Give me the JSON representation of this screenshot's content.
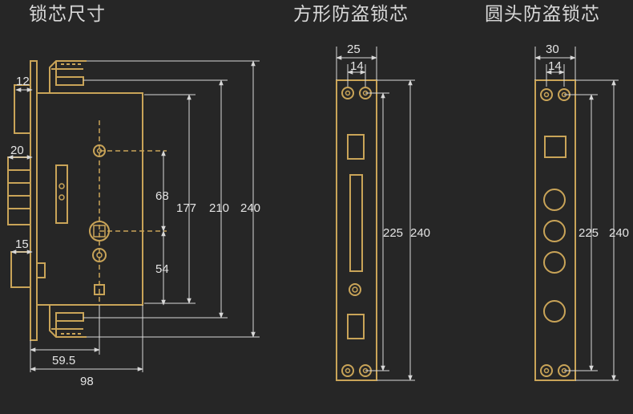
{
  "titles": {
    "lock_body": "锁芯尺寸",
    "square_faceplate": "方形防盗锁芯",
    "round_faceplate": "圆头防盗锁芯"
  },
  "lock_body_dims": {
    "d12": "12",
    "d20": "20",
    "d15": "15",
    "d68": "68",
    "d54": "54",
    "d177": "177",
    "d210": "210",
    "d240": "240",
    "d59_5": "59.5",
    "d98": "98"
  },
  "square_plate_dims": {
    "width": "25",
    "inner": "14",
    "h225": "225",
    "h240": "240"
  },
  "round_plate_dims": {
    "width": "30",
    "inner": "14",
    "h225": "225",
    "h240": "240"
  },
  "colors": {
    "background": "#262626",
    "gold": "#c9a458",
    "dim_line": "#d8d8d8",
    "text": "#e4e4e4"
  }
}
